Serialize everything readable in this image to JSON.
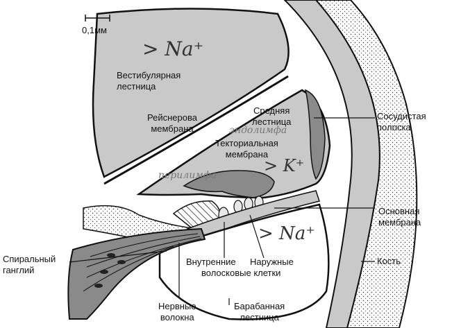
{
  "scale_label": "0,1мм",
  "labels": {
    "vestibular": [
      "Вестибулярная",
      "лестница"
    ],
    "reissner": [
      "Рейснерова",
      "мембрана"
    ],
    "middle": [
      "Средняя",
      "лестница"
    ],
    "tectorial": [
      "Текториальная",
      "мембрана"
    ],
    "stria": [
      "Сосудистая",
      "полоска"
    ],
    "basilar": [
      "Основная",
      "мембрана"
    ],
    "bone": "Кость",
    "spiral_ganglion": [
      "Спиральный",
      "ганглий"
    ],
    "hair_cells_inner": [
      "Внутренние"
    ],
    "hair_cells_outer": [
      "Наружные"
    ],
    "hair_cells_bottom": "волосковые клетки",
    "nerve_fibers": [
      "Нервные",
      "волокна"
    ],
    "tympanic": [
      "Барабанная",
      "лестница"
    ]
  },
  "handwritten": {
    "na_top": "> Na⁺",
    "k_plus": "> K⁺",
    "na_bottom": "> Na⁺",
    "note_endolymph": "эндолимфа",
    "note_perilymph": "перилимфа"
  },
  "colors": {
    "gray_fill": "#c9c9c9",
    "dark_fill": "#8a8a8a",
    "stroke": "#111111"
  }
}
